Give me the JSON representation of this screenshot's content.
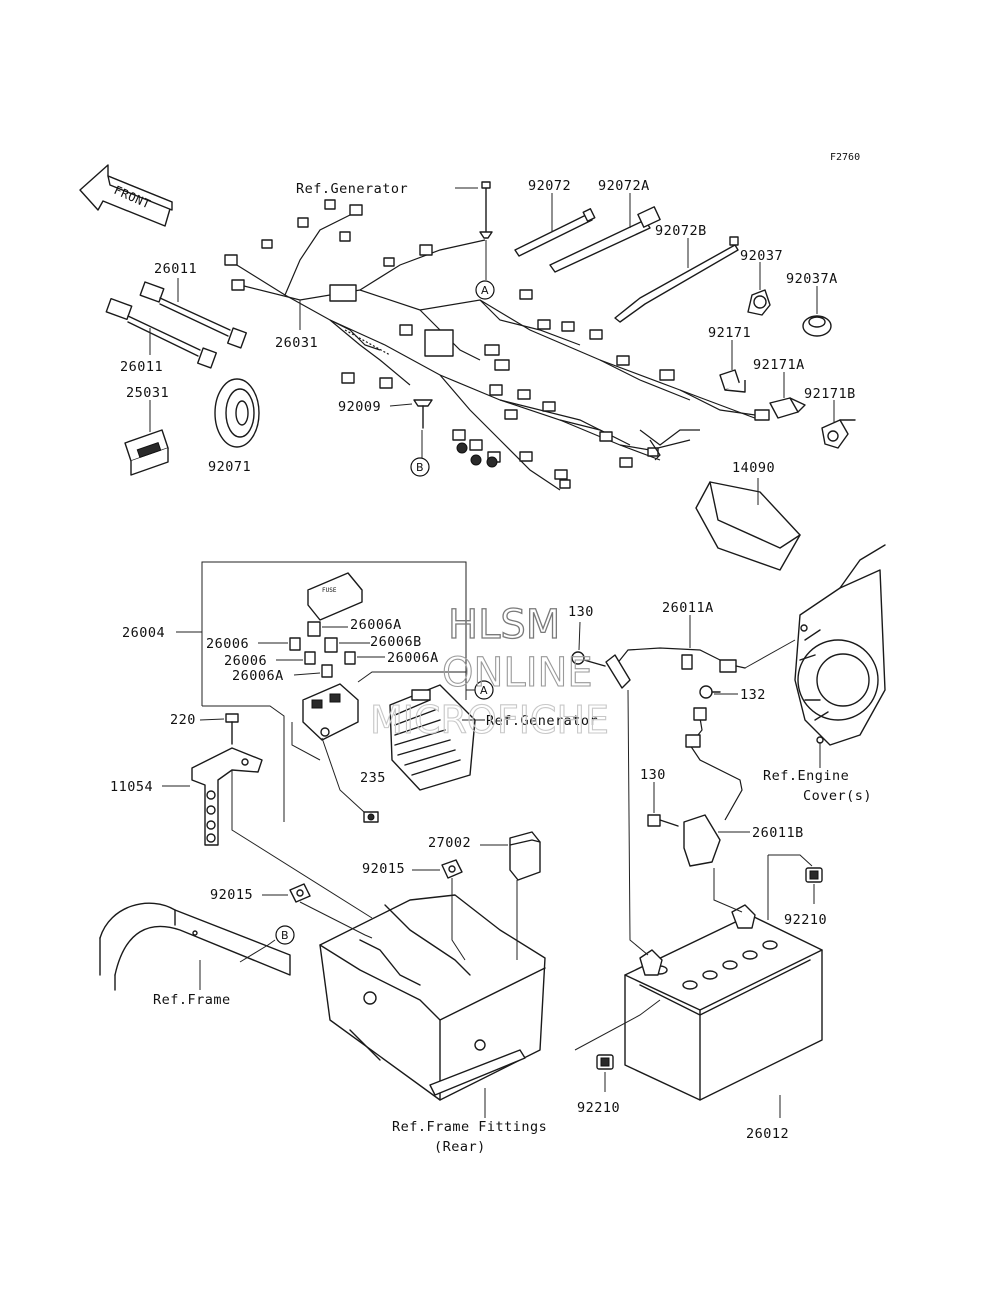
{
  "figure_code": "F2760",
  "front_arrow": "FRONT",
  "ref_markers": {
    "a": "A",
    "b": "B"
  },
  "labels": {
    "p92072": "92072",
    "p92072A": "92072A",
    "p92072B": "92072B",
    "p92037": "92037",
    "p92037A": "92037A",
    "p92171": "92171",
    "p92171A": "92171A",
    "p92171B": "92171B",
    "p26011_top": "26011",
    "p26011_bot": "26011",
    "p26031": "26031",
    "p25031": "25031",
    "p92071": "92071",
    "p92009": "92009",
    "p14090": "14090",
    "p26004": "26004",
    "p26006_a": "26006",
    "p26006_b": "26006",
    "p26006A_a": "26006A",
    "p26006A_b": "26006A",
    "p26006A_c": "26006A",
    "p26006B": "26006B",
    "p220": "220",
    "p11054": "11054",
    "p235": "235",
    "p26011A": "26011A",
    "p130_top": "130",
    "p132": "132",
    "p130": "130",
    "p26011B": "26011B",
    "p27002": "27002",
    "p92015_a": "92015",
    "p92015_b": "92015",
    "p92210_r": "92210",
    "p92210_l": "92210",
    "p26012": "26012"
  },
  "refs": {
    "generator_top": "Ref.Generator",
    "generator_mid": "Ref.Generator",
    "engine_cover_1": "Ref.Engine",
    "engine_cover_2": "Cover(s)",
    "frame": "Ref.Frame",
    "frame_fittings_1": "Ref.Frame Fittings",
    "frame_fittings_2": "(Rear)"
  },
  "watermark": {
    "line1": "HLSM",
    "line2": "ONLINE",
    "line3": "MICROFICHE"
  }
}
